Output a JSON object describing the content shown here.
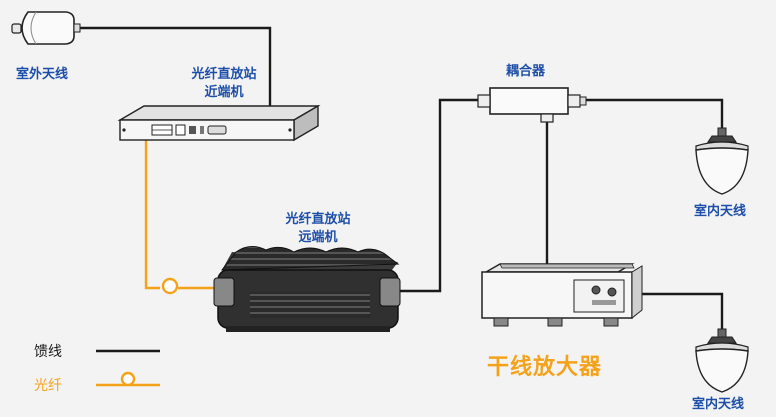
{
  "labels": {
    "outdoor_antenna": "室外天线",
    "near_end_line1": "光纤直放站",
    "near_end_line2": "近端机",
    "far_end_line1": "光纤直放站",
    "far_end_line2": "远端机",
    "coupler": "耦合器",
    "indoor_antenna_1": "室内天线",
    "indoor_antenna_2": "室内天线",
    "trunk_amplifier": "干线放大器"
  },
  "legend": {
    "feeder": "馈线",
    "fiber": "光纤"
  },
  "colors": {
    "label_blue": "#1e4fa8",
    "fiber_orange": "#f5a21b",
    "feeder_black": "#1a1a1a",
    "background": "#f3f3f3"
  }
}
